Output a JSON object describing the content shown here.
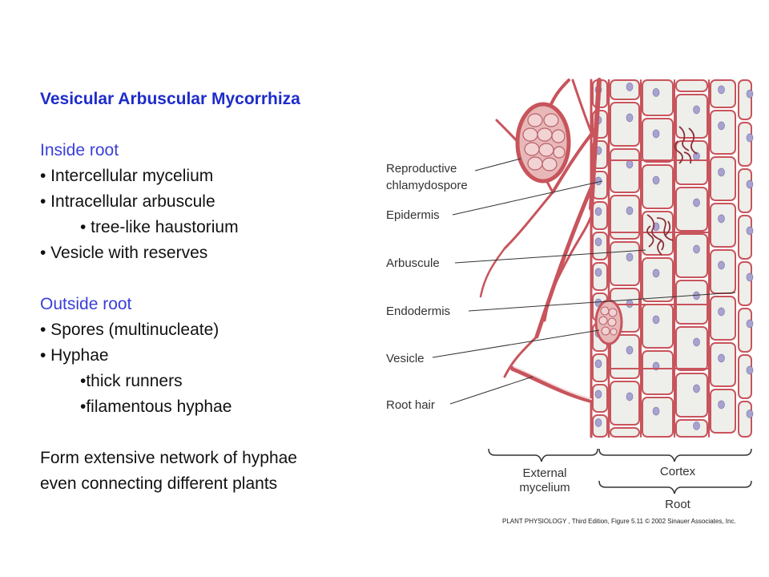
{
  "text": {
    "title": "Vesicular Arbuscular Mycorrhiza",
    "inside_heading": "Inside root",
    "inside_items": [
      "• Intercellular mycelium",
      "• Intracellular arbuscule",
      "• tree-like haustorium",
      "• Vesicle with reserves"
    ],
    "outside_heading": "Outside root",
    "outside_items": [
      "• Spores (multinucleate)",
      "• Hyphae",
      "•thick runners",
      "•filamentous hyphae"
    ],
    "summary": [
      "Form extensive network of hyphae",
      "even connecting different plants"
    ]
  },
  "diagram": {
    "labels": {
      "chlamydospore_1": "Reproductive",
      "chlamydospore_2": "chlamydospore",
      "epidermis": "Epidermis",
      "arbuscule": "Arbuscule",
      "endodermis": "Endodermis",
      "vesicle": "Vesicle",
      "root_hair": "Root hair",
      "external_1": "External",
      "external_2": "mycelium",
      "cortex": "Cortex",
      "root": "Root"
    },
    "caption": "PLANT PHYSIOLOGY , Third Edition, Figure 5.11  © 2002 Sinauer Associates, Inc.",
    "colors": {
      "hypha": "#c8545c",
      "hypha_dark": "#8c2f37",
      "cell_fill": "#eeeeea",
      "nucleus": "#a8a2d0",
      "spore_fill": "#e8b8b8"
    }
  }
}
